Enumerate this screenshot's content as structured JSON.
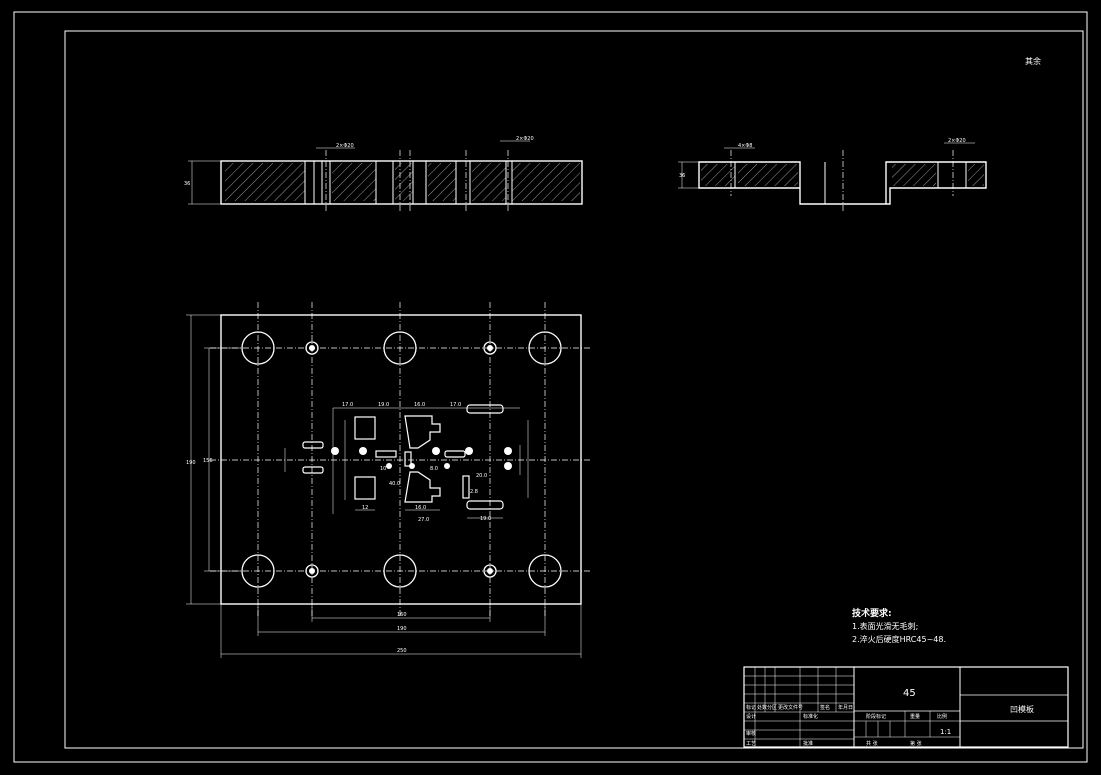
{
  "corner_note": "其余",
  "material": "45",
  "part_name": "凹模板",
  "tech_req": {
    "title": "技术要求:",
    "item1": "1.表面光滑无毛刺;",
    "item2": "2.淬火后硬度HRC45~48."
  },
  "dims": {
    "top_thk": "36",
    "side_thk": "36",
    "bottom_inner": "160",
    "bottom_mid": "190",
    "bottom_overall": "250",
    "left_outer": "190",
    "left_inner": "156",
    "hole_label_a": "2×Φ20",
    "hole_label_b": "2×Φ20",
    "hole_label_c": "4×Φ8",
    "hole_label_d": "2×Φ20",
    "d1": "17.0",
    "d2": "19.0",
    "d3": "16.0",
    "d4": "17.0",
    "d5": "16.0",
    "d6": "27.0",
    "d7": "12",
    "d8": "19.0",
    "d9": "10",
    "d10": "20.0",
    "d11": "40.0",
    "d12": "8.0",
    "d13": "2.8"
  },
  "title_block": {
    "scale": "1:1",
    "labels": [
      "标记",
      "处数",
      "分区",
      "更改文件号",
      "签名",
      "年月日",
      "设计",
      "标准化",
      "阶段标记",
      "重量",
      "比例",
      "审核",
      "工艺",
      "批准",
      "共 张",
      "第 张"
    ]
  }
}
